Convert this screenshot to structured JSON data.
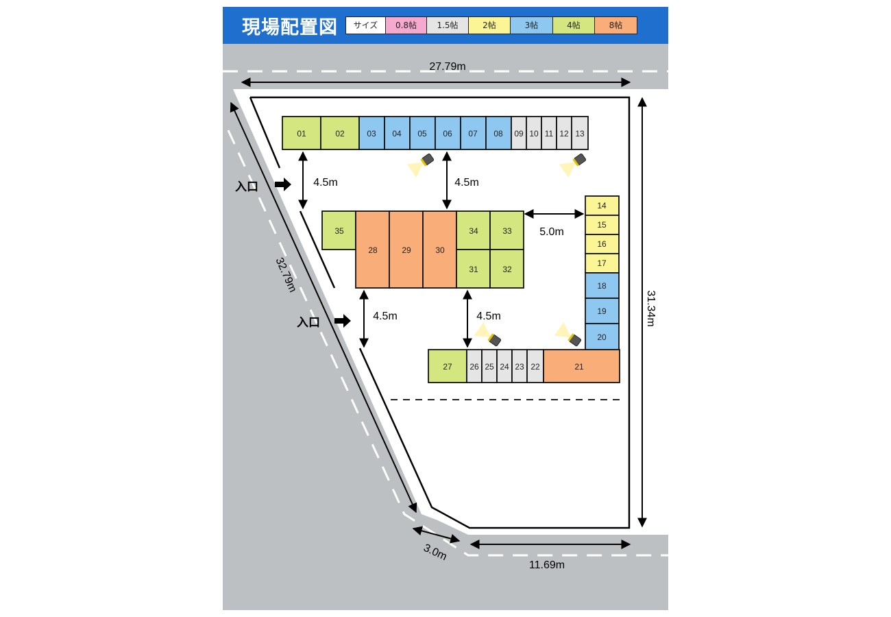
{
  "title": "現場配置図",
  "legend": [
    {
      "label": "サイズ",
      "color": "#ffffff"
    },
    {
      "label": "0.8帖",
      "color": "#f6a9cf"
    },
    {
      "label": "1.5帖",
      "color": "#e5e5e5"
    },
    {
      "label": "2帖",
      "color": "#fbf596"
    },
    {
      "label": "3帖",
      "color": "#8ec8f1"
    },
    {
      "label": "4帖",
      "color": "#d4e67f"
    },
    {
      "label": "8帖",
      "color": "#f9ad79"
    }
  ],
  "dimensions": {
    "top": "27.79m",
    "right": "31.34m",
    "left": "32.79m",
    "bottom_right": "11.69m",
    "bottom_corner": "3.0m",
    "gap_top_left": "4.5m",
    "gap_top_center": "4.5m",
    "gap_middle_right": "5.0m",
    "gap_bottom_left": "4.5m",
    "gap_bottom_center": "4.5m"
  },
  "entrance_label": "入口",
  "units": [
    {
      "id": "01",
      "size": "4帖"
    },
    {
      "id": "02",
      "size": "4帖"
    },
    {
      "id": "03",
      "size": "3帖"
    },
    {
      "id": "04",
      "size": "3帖"
    },
    {
      "id": "05",
      "size": "3帖"
    },
    {
      "id": "06",
      "size": "3帖"
    },
    {
      "id": "07",
      "size": "3帖"
    },
    {
      "id": "08",
      "size": "3帖"
    },
    {
      "id": "09",
      "size": "1.5帖"
    },
    {
      "id": "10",
      "size": "1.5帖"
    },
    {
      "id": "11",
      "size": "1.5帖"
    },
    {
      "id": "12",
      "size": "1.5帖"
    },
    {
      "id": "13",
      "size": "1.5帖"
    },
    {
      "id": "14",
      "size": "2帖"
    },
    {
      "id": "15",
      "size": "2帖"
    },
    {
      "id": "16",
      "size": "2帖"
    },
    {
      "id": "17",
      "size": "2帖"
    },
    {
      "id": "18",
      "size": "3帖"
    },
    {
      "id": "19",
      "size": "3帖"
    },
    {
      "id": "20",
      "size": "3帖"
    },
    {
      "id": "21",
      "size": "8帖"
    },
    {
      "id": "22",
      "size": "1.5帖"
    },
    {
      "id": "23",
      "size": "1.5帖"
    },
    {
      "id": "24",
      "size": "1.5帖"
    },
    {
      "id": "25",
      "size": "1.5帖"
    },
    {
      "id": "26",
      "size": "1.5帖"
    },
    {
      "id": "27",
      "size": "4帖"
    },
    {
      "id": "28",
      "size": "8帖"
    },
    {
      "id": "29",
      "size": "8帖"
    },
    {
      "id": "30",
      "size": "8帖"
    },
    {
      "id": "31",
      "size": "4帖"
    },
    {
      "id": "32",
      "size": "4帖"
    },
    {
      "id": "33",
      "size": "4帖"
    },
    {
      "id": "34",
      "size": "4帖"
    },
    {
      "id": "35",
      "size": "4帖"
    }
  ],
  "floodlights": [
    "floodlight-1",
    "floodlight-2",
    "floodlight-3",
    "floodlight-4"
  ]
}
